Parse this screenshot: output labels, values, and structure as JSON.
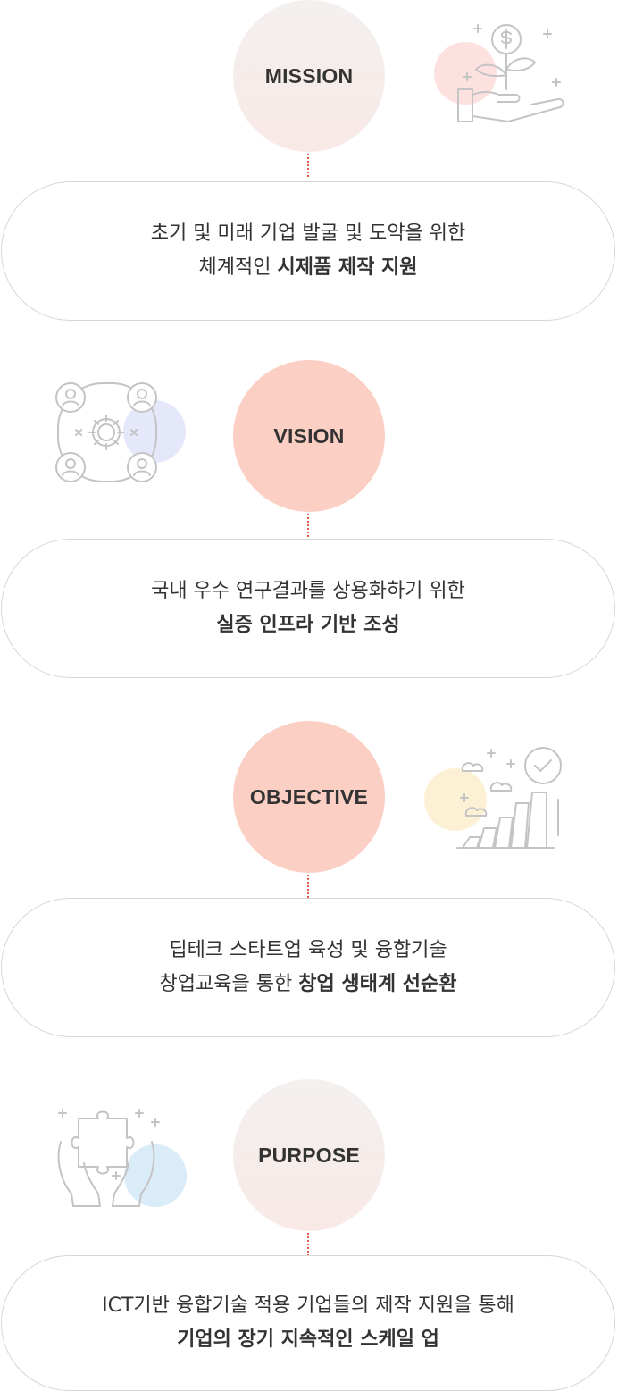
{
  "sections": [
    {
      "circle_label": "MISSION",
      "line1": "초기 및 미래 기업 발굴 및 도약을 위한",
      "line2_regular": "체계적인 ",
      "line2_bold": "시제품 제작 지원",
      "icon": "money-plant-hand-icon",
      "blob_color": "#fbd9d6"
    },
    {
      "circle_label": "VISION",
      "line1": "국내 우수 연구결과를 상용화하기 위한",
      "line2_regular": "",
      "line2_bold": "실증 인프라 기반 조성",
      "icon": "team-gear-network-icon",
      "blob_color": "#e2e6fb"
    },
    {
      "circle_label": "OBJECTIVE",
      "line1": "딥테크 스타트업 육성 및 융합기술",
      "line2_regular": "창업교육을 통한 ",
      "line2_bold": "창업 생태계 선순환",
      "icon": "growth-chart-check-icon",
      "blob_color": "#fdf1d5"
    },
    {
      "circle_label": "PURPOSE",
      "line1": "ICT기반 융합기술 적용 기업들의 제작 지원을 통해",
      "line2_regular": "",
      "line2_bold": "기업의 장기 지속적인 스케일 업",
      "icon": "hands-puzzle-icon",
      "blob_color": "#d9ecf8"
    }
  ],
  "colors": {
    "accent_dots": "#e35d4a",
    "circle_soft": "#f5ecea",
    "circle_warm": "#fccfc4",
    "pill_border": "#d6d6d6",
    "icon_stroke": "#c4c4c4"
  }
}
